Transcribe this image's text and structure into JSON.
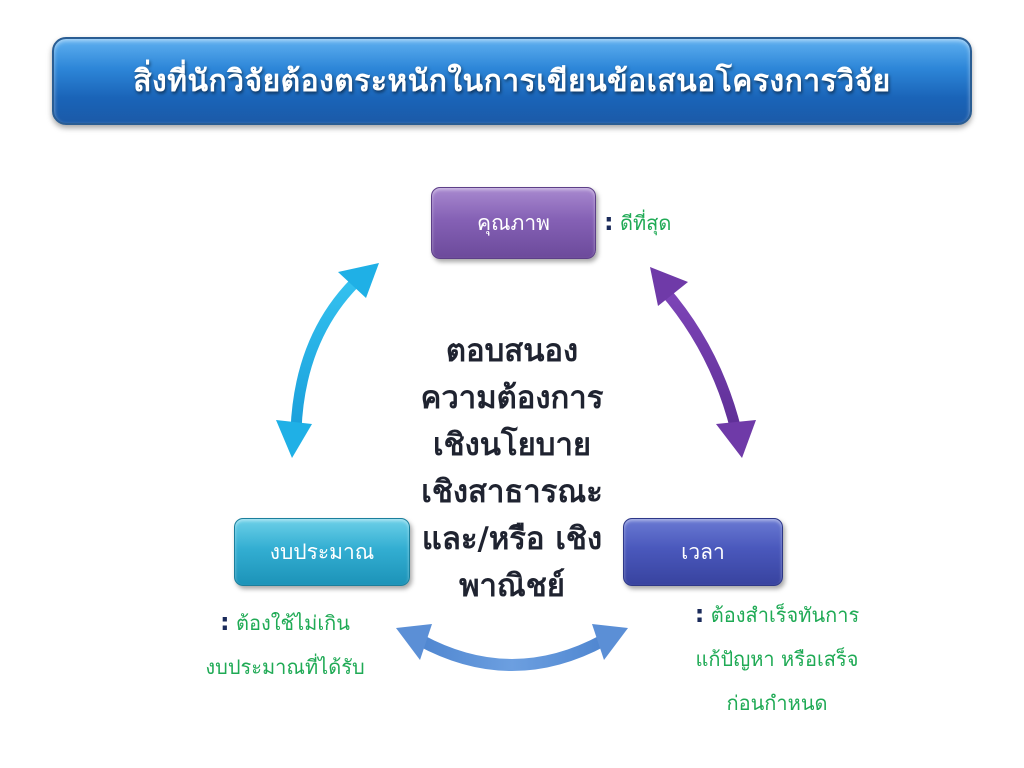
{
  "title": "สิ่งที่นักวิจัยต้องตระหนักในการเขียนข้อเสนอโครงการวิจัย",
  "center": {
    "lines": [
      "ตอบสนอง",
      "ความต้องการ",
      "เชิงนโยบาย",
      "เชิงสาธารณะ",
      "และ/หรือ เชิง",
      "พาณิชย์"
    ]
  },
  "nodes": {
    "quality": {
      "label": "คุณภาพ",
      "colon": ":",
      "note_lines": [
        "ดีที่สุด"
      ]
    },
    "budget": {
      "label": "งบประมาณ",
      "colon": ":",
      "note_lines": [
        "ต้องใช้ไม่เกิน",
        "งบประมาณที่ได้รับ"
      ]
    },
    "time": {
      "label": "เวลา",
      "colon": ":",
      "note_lines": [
        "ต้องสำเร็จทันการ",
        "แก้ปัญหา หรือเสร็จ",
        "ก่อนกำหนด"
      ]
    }
  },
  "colors": {
    "title_bar": "#1e6fc4",
    "quality_node": "#7b55ad",
    "budget_node": "#2aa8cf",
    "time_node": "#4452b4",
    "note_text": "#1faa55",
    "arrow_left": "#1fb0e6",
    "arrow_right": "#6f3aa8",
    "arrow_bottom": "#5b8fd6"
  },
  "icons": [
    "double-arrow-icon",
    "double-arrow-icon",
    "double-arrow-icon"
  ]
}
